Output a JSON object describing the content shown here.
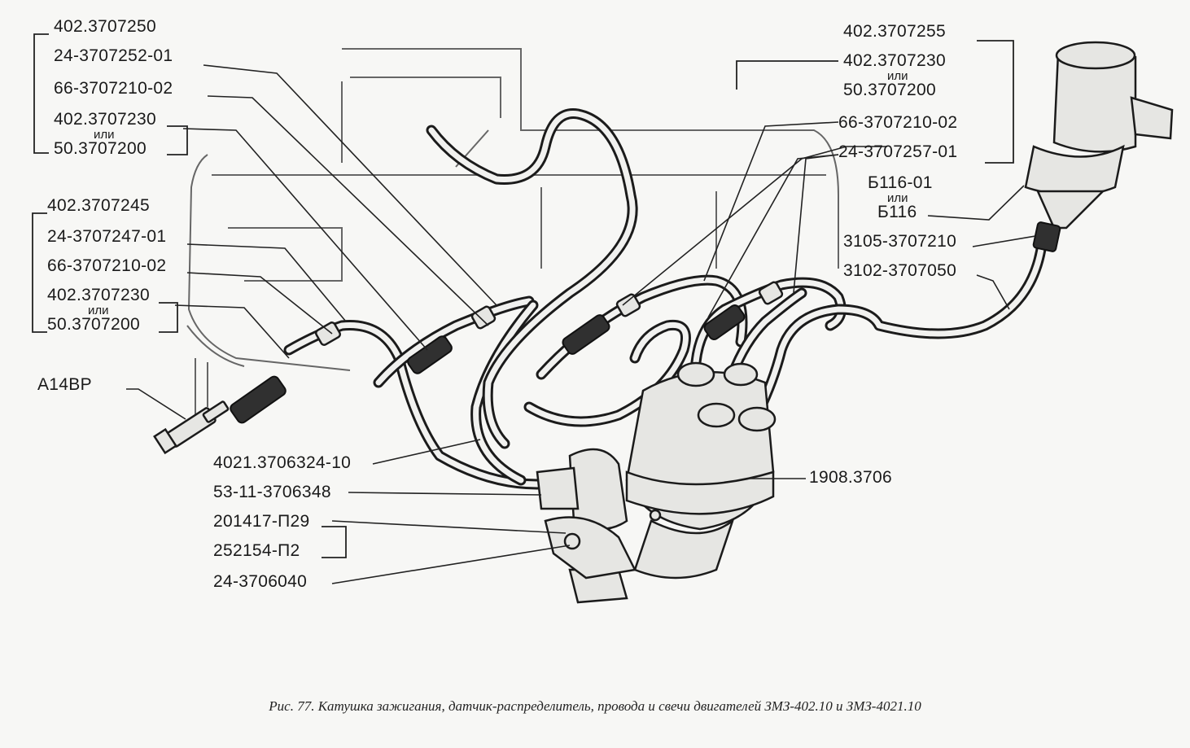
{
  "labels": {
    "l_402_3707250": "402.3707250",
    "l_24_3707252_01": "24-3707252-01",
    "l_66_3707210_02_a": "66-3707210-02",
    "l_402_3707230_a": "402.3707230",
    "ili_a": "или",
    "l_50_3707200_a": "50.3707200",
    "l_402_3707245": "402.3707245",
    "l_24_3707247_01": "24-3707247-01",
    "l_66_3707210_02_b": "66-3707210-02",
    "l_402_3707230_b": "402.3707230",
    "ili_b": "или",
    "l_50_3707200_b": "50.3707200",
    "l_a14vr": "А14ВР",
    "l_4021_3706324_10": "4021.3706324-10",
    "l_53_11_3706348": "53-11-3706348",
    "l_201417_p29": "201417-П29",
    "l_252154_p2": "252154-П2",
    "l_24_3706040": "24-3706040",
    "l_1908_3706": "1908.3706",
    "l_402_3707255": "402.3707255",
    "l_402_3707230_c": "402.3707230",
    "ili_c": "или",
    "l_50_3707200_c": "50.3707200",
    "l_66_3707210_02_c": "66-3707210-02",
    "l_24_3707257_01": "24-3707257-01",
    "l_b116_01": "Б116-01",
    "ili_d": "или",
    "l_b116": "Б116",
    "l_3105_3707210": "3105-3707210",
    "l_3102_3707050": "3102-3707050"
  },
  "caption": "Рис. 77. Катушка зажигания, датчик-распределитель, провода и свечи двигателей ЗМЗ-402.10 и ЗМЗ-4021.10"
}
